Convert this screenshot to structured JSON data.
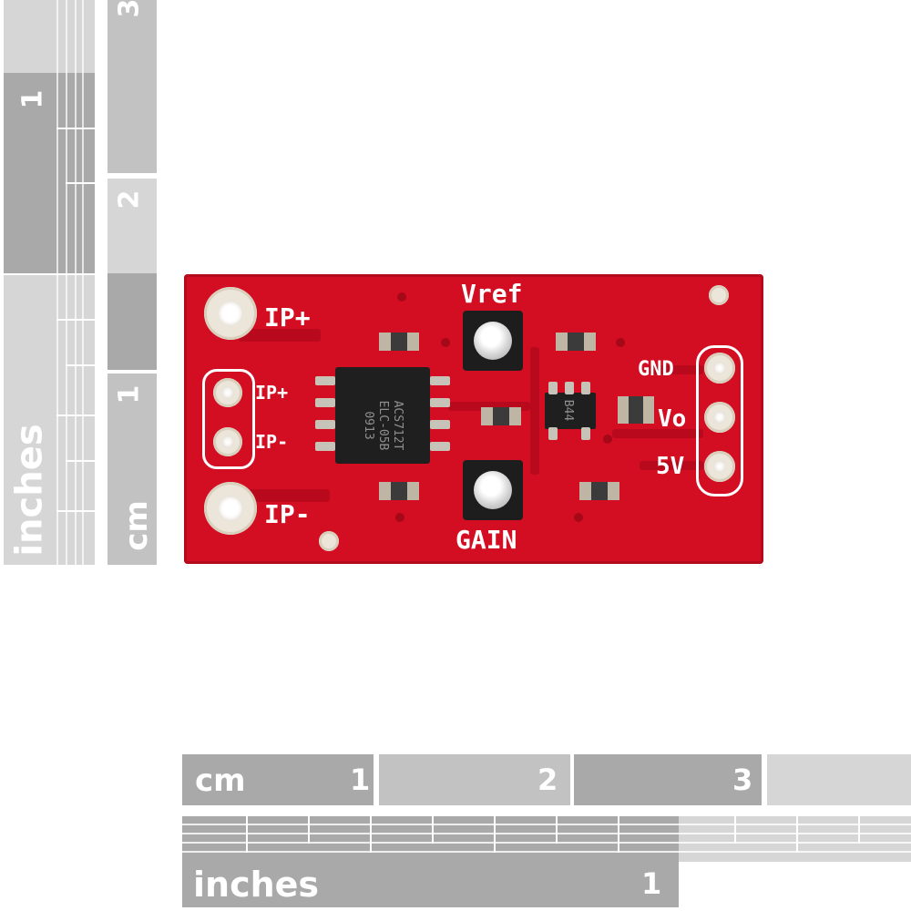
{
  "rulers": {
    "left_inches_label": "inches",
    "left_inches_number": "1",
    "left_cm_label": "cm",
    "left_cm_numbers": [
      "1",
      "2",
      "3"
    ],
    "bottom_cm_label": "cm",
    "bottom_cm_numbers": [
      "1",
      "2",
      "3"
    ],
    "bottom_inches_label": "inches",
    "bottom_inches_number": "1"
  },
  "board": {
    "pad_labels": [
      "IP+",
      "IP+",
      "IP-",
      "IP-"
    ],
    "header_labels": [
      "GND",
      "Vo",
      "5V"
    ],
    "pot_labels": [
      "Vref",
      "GAIN"
    ],
    "chip_marking": [
      "ACS712T",
      "ELC-05B",
      "0913"
    ],
    "small_chip_marking": "B44"
  },
  "colors": {
    "board": "#d40e22",
    "ruler": "#a9a9a9",
    "silkscreen": "#ffffff"
  }
}
